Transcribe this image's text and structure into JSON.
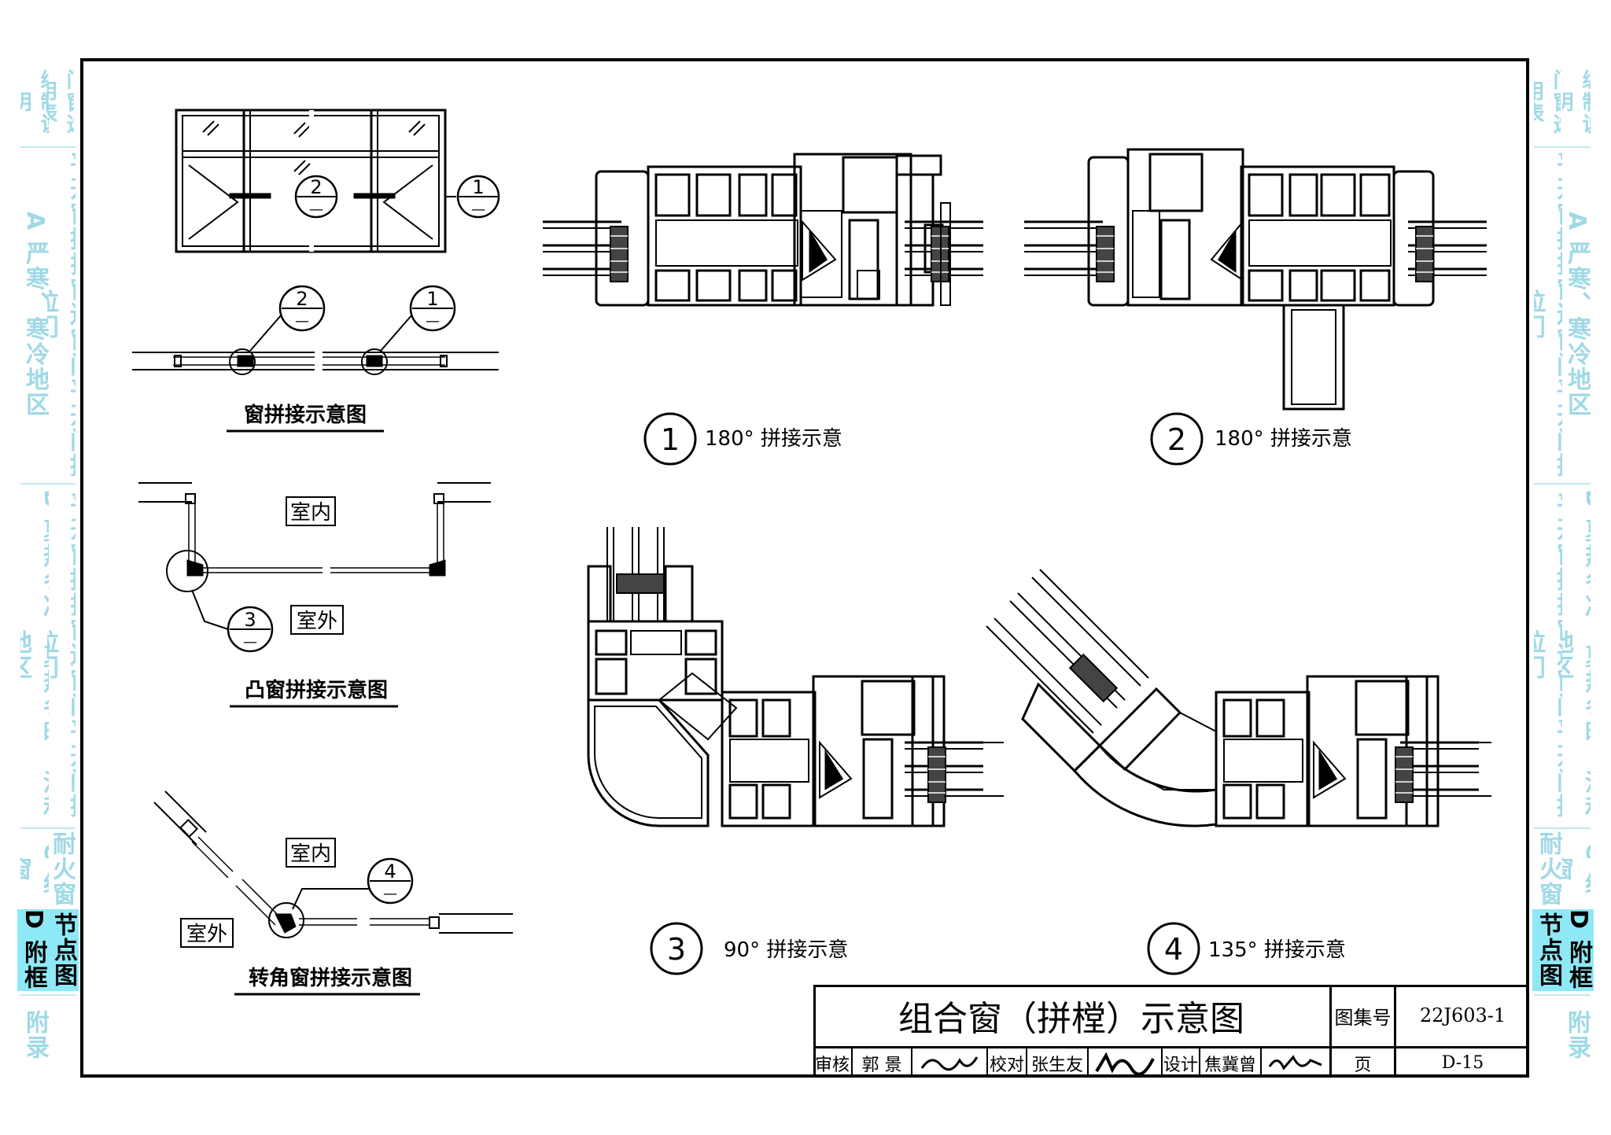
{
  "side_tabs": {
    "left_outer": [
      {
        "label": "编制说明"
      },
      {
        "label": "A 严寒、寒冷地区"
      },
      {
        "label": "B 夏热冬冷、夏热冬暖、温和地区"
      },
      {
        "label": "C 纱窗"
      },
      {
        "label": "D 附框"
      },
      {
        "label": "附录"
      }
    ],
    "left_inner": [
      {
        "label": "门窗选用表"
      },
      {
        "label": "平开窗推拉窗连窗门平开门推拉门"
      },
      {
        "label": "平开窗推拉窗连窗门平开门推拉门"
      },
      {
        "label": "耐火窗"
      },
      {
        "label": "节点图"
      }
    ],
    "right_inner": [
      {
        "label": "门窗选用表"
      },
      {
        "label": "平开窗推拉窗连窗门平开门推拉门"
      },
      {
        "label": "平开窗推拉窗连窗门平开门推拉门"
      },
      {
        "label": "耐火窗"
      },
      {
        "label": "节点图"
      }
    ],
    "right_outer": [
      {
        "label": "编制说明"
      },
      {
        "label": "A 严寒、寒冷地区"
      },
      {
        "label": "B 夏热冬冷、夏热冬暖、温和地区"
      },
      {
        "label": "C 纱窗"
      },
      {
        "label": "D 附框"
      },
      {
        "label": "附录"
      }
    ],
    "active_color": "#8ee8f5",
    "inactive_color": "#9fd9e6"
  },
  "left_diagrams": {
    "window_joint": {
      "title": "窗拼接示意图",
      "callouts": [
        "1",
        "2"
      ],
      "dash": "—"
    },
    "bay_window": {
      "title": "凸窗拼接示意图",
      "indoor": "室内",
      "outdoor": "室外",
      "callout": "3",
      "dash": "—"
    },
    "corner_window": {
      "title": "转角窗拼接示意图",
      "indoor": "室内",
      "outdoor": "室外",
      "callout": "4",
      "dash": "—"
    }
  },
  "details": [
    {
      "number": "1",
      "caption": "180° 拼接示意"
    },
    {
      "number": "2",
      "caption": "180° 拼接示意"
    },
    {
      "number": "3",
      "caption": "90° 拼接示意"
    },
    {
      "number": "4",
      "caption": "135° 拼接示意"
    }
  ],
  "title_block": {
    "title": "组合窗（拼樘）示意图",
    "atlas_label": "图集号",
    "atlas_no": "22J603-1",
    "review_label": "审核",
    "reviewer": "郭 景",
    "check_label": "校对",
    "checker": "张生友",
    "design_label": "设计",
    "designer": "焦冀曾",
    "page_label": "页",
    "page_no": "D-15"
  }
}
